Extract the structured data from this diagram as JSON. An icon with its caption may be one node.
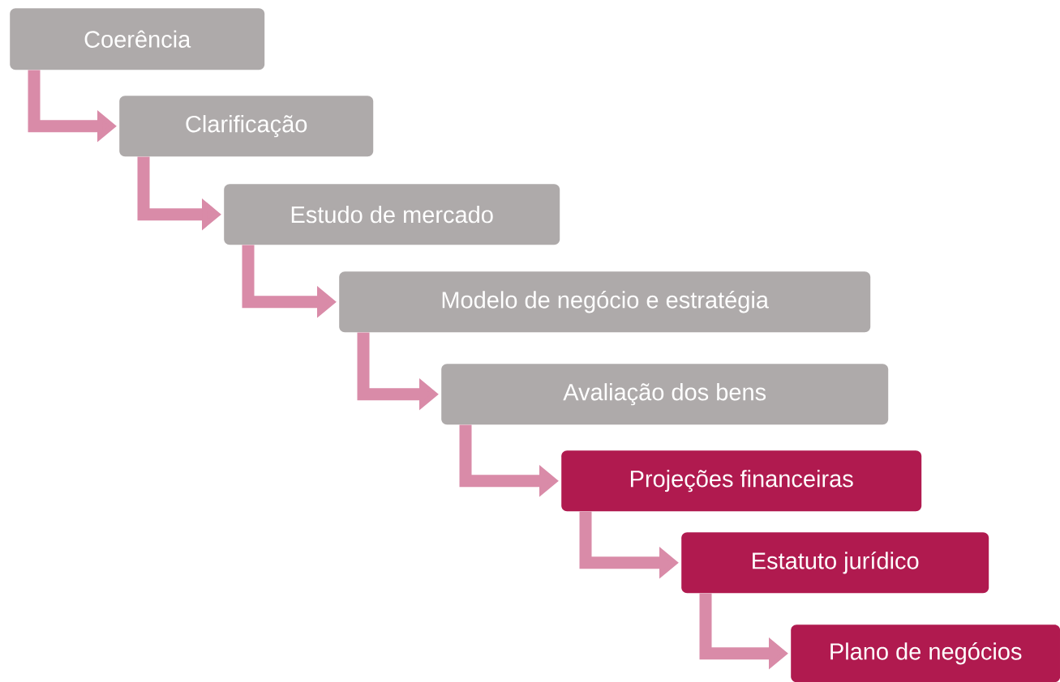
{
  "diagram": {
    "nodes": [
      {
        "text": [
          "Coerência"
        ]
      },
      {
        "text": [
          "Clarificação"
        ]
      },
      {
        "text": [
          "Estudo de mercado"
        ]
      },
      {
        "text": [
          "Modelo de negócio e estratégia"
        ]
      },
      {
        "text": [
          "Avaliação dos bens"
        ]
      },
      {
        "text": [
          "Projeções financeiras"
        ]
      },
      {
        "text": [
          "Estatuto jurídico"
        ]
      },
      {
        "text": [
          "Plano de negócios"
        ]
      }
    ],
    "edges": [
      {
        "from": 0,
        "to": 1,
        "arrow": "to"
      },
      {
        "from": 1,
        "to": 2,
        "arrow": "to"
      },
      {
        "from": 2,
        "to": 3,
        "arrow": "to"
      },
      {
        "from": 3,
        "to": 4,
        "arrow": "to"
      },
      {
        "from": 4,
        "to": 5,
        "arrow": "to"
      },
      {
        "from": 5,
        "to": 6,
        "arrow": "to"
      },
      {
        "from": 6,
        "to": 7,
        "arrow": "to"
      }
    ]
  }
}
